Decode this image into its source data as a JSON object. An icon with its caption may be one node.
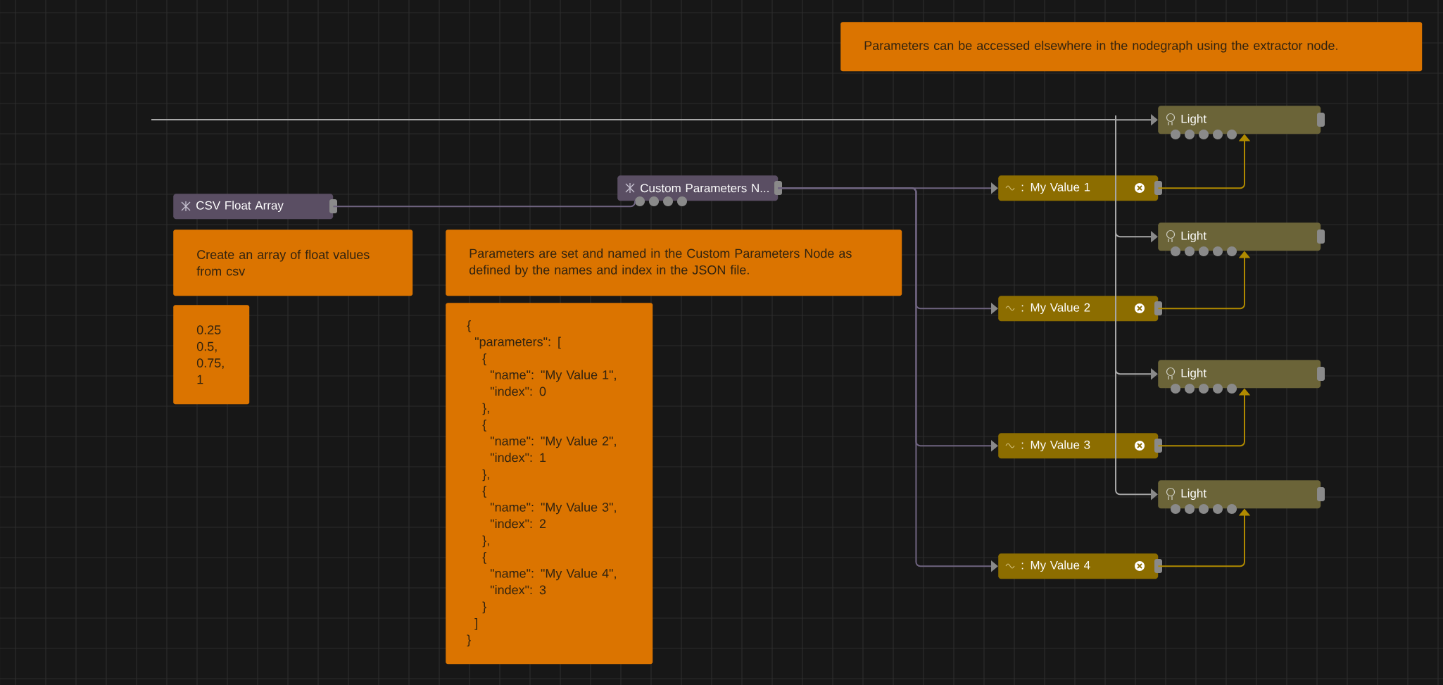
{
  "diagram": {
    "nodes": [
      {
        "text": [
          "CSV Float Array"
        ]
      },
      {
        "text": [
          "Custom Parameters N..."
        ]
      },
      {
        "text": [
          ": My Value 1"
        ]
      },
      {
        "text": [
          ": My Value 2"
        ]
      },
      {
        "text": [
          ": My Value 3"
        ]
      },
      {
        "text": [
          ": My Value 4"
        ]
      },
      {
        "text": [
          "Light"
        ]
      },
      {
        "text": [
          "Light"
        ]
      },
      {
        "text": [
          "Light"
        ]
      },
      {
        "text": [
          "Light"
        ]
      },
      {
        "text": [
          "Parameters can be accessed elsewhere in the nodegraph using the extractor node."
        ]
      },
      {
        "text": [
          "Create an array of float values from csv"
        ]
      },
      {
        "text": [
          "0.25",
          "0.5,",
          "0.75,",
          "1"
        ]
      },
      {
        "text": [
          "Parameters are set and named in the Custom Parameters Node as defined by the names and index in the JSON file."
        ]
      },
      {
        "text": [
          "{",
          "\"parameters\": [",
          "{",
          "\"name\": \"My Value 1\",",
          "\"index\": 0",
          "},",
          "{",
          "\"name\": \"My Value 2\",",
          "\"index\": 1",
          "},",
          "{",
          "\"name\": \"My Value 3\",",
          "\"index\": 2",
          "},",
          "{",
          "\"name\": \"My Value 4\",",
          "\"index\": 3",
          "}",
          "]",
          "}"
        ]
      }
    ],
    "edges": [
      {
        "from": 0,
        "to": 1,
        "arrow": "none"
      },
      {
        "from": 1,
        "to": 2,
        "arrow": "to"
      },
      {
        "from": 1,
        "to": 3,
        "arrow": "to"
      },
      {
        "from": 1,
        "to": 4,
        "arrow": "to"
      },
      {
        "from": 1,
        "to": 5,
        "arrow": "to"
      },
      {
        "from": null,
        "to": 6,
        "arrow": "to",
        "color": "#a8a8a8"
      },
      {
        "from": null,
        "to": 7,
        "arrow": "to",
        "color": "#a8a8a8"
      },
      {
        "from": null,
        "to": 8,
        "arrow": "to",
        "color": "#a8a8a8"
      },
      {
        "from": null,
        "to": 9,
        "arrow": "to",
        "color": "#a8a8a8"
      },
      {
        "from": 2,
        "to": 6,
        "arrow": "to",
        "color": "#b08a00"
      },
      {
        "from": 3,
        "to": 7,
        "arrow": "to",
        "color": "#b08a00"
      },
      {
        "from": 4,
        "to": 8,
        "arrow": "to",
        "color": "#b08a00"
      },
      {
        "from": 5,
        "to": 9,
        "arrow": "to",
        "color": "#b08a00"
      }
    ]
  }
}
